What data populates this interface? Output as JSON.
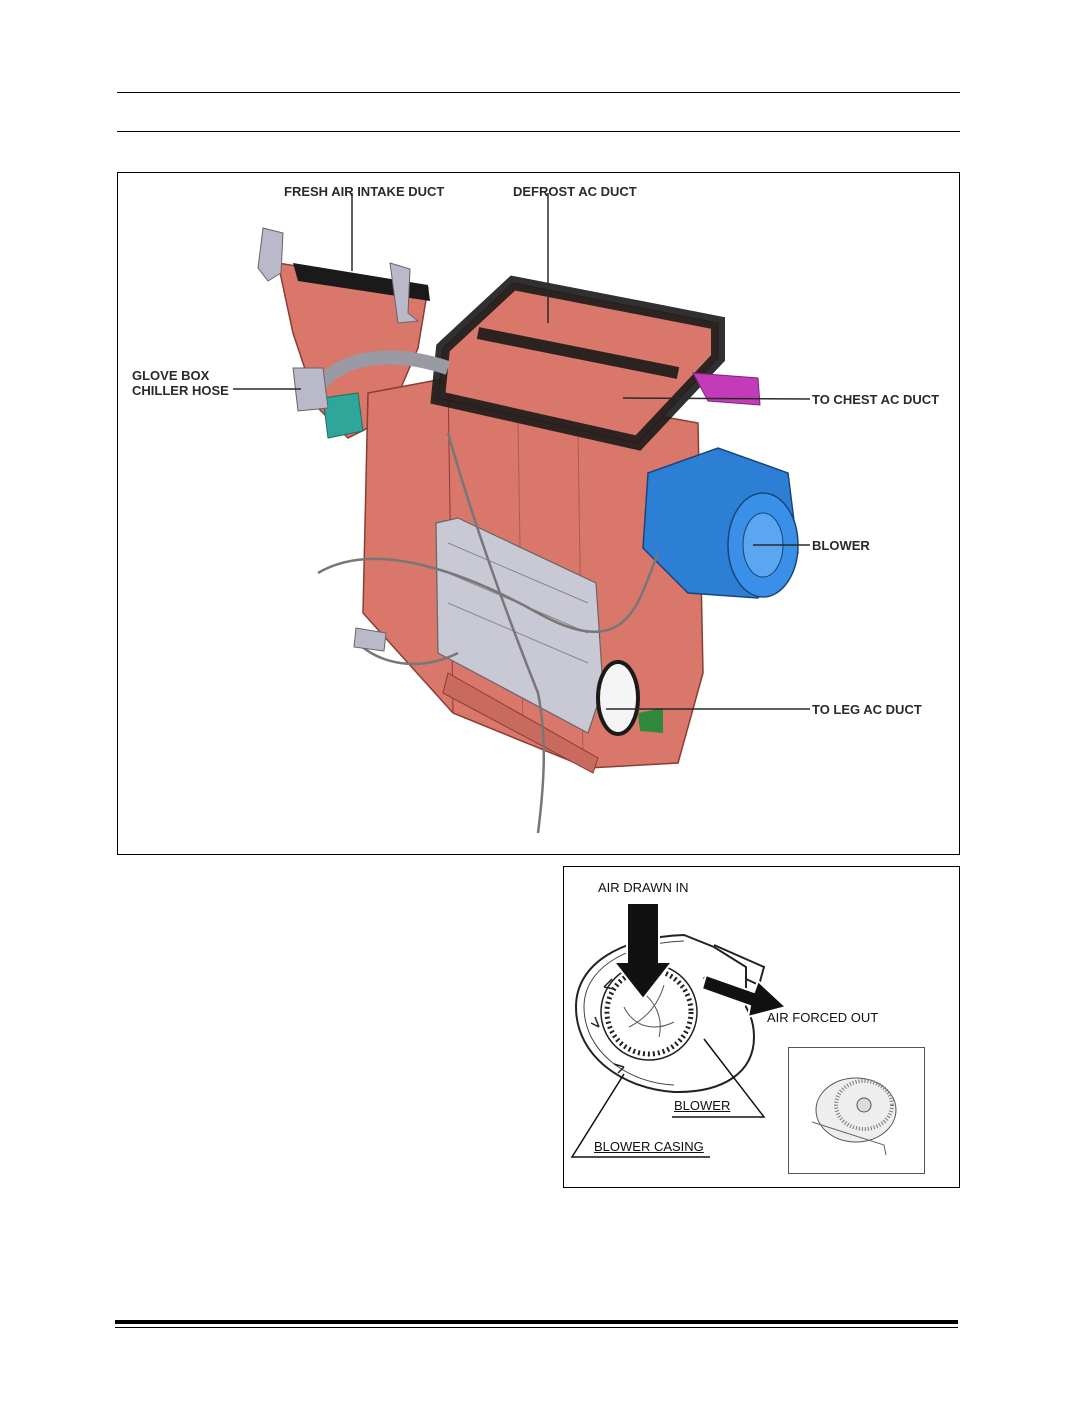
{
  "main_figure": {
    "labels": {
      "fresh_air_intake_duct": "FRESH AIR INTAKE DUCT",
      "defrost_ac_duct": "DEFROST AC DUCT",
      "glove_box_line1": "GLOVE BOX",
      "glove_box_line2": "CHILLER HOSE",
      "to_chest_ac_duct": "TO CHEST AC DUCT",
      "blower": "BLOWER",
      "to_leg_ac_duct": "TO LEG AC DUCT"
    },
    "colors": {
      "housing": "#d9776a",
      "blower": "#2d7fd6",
      "bracket_magenta": "#c23bb8",
      "connector_teal": "#2fa69a",
      "filter_gray": "#b9b9c9",
      "hose_gray": "#9a9aa4",
      "gasket_black": "#1a1a1a",
      "bracket_green": "#2e8a3a"
    }
  },
  "blower_figure": {
    "labels": {
      "air_drawn_in": "AIR DRAWN IN",
      "air_forced_out": "AIR FORCED OUT",
      "blower": "BLOWER",
      "blower_casing": "BLOWER CASING"
    }
  }
}
